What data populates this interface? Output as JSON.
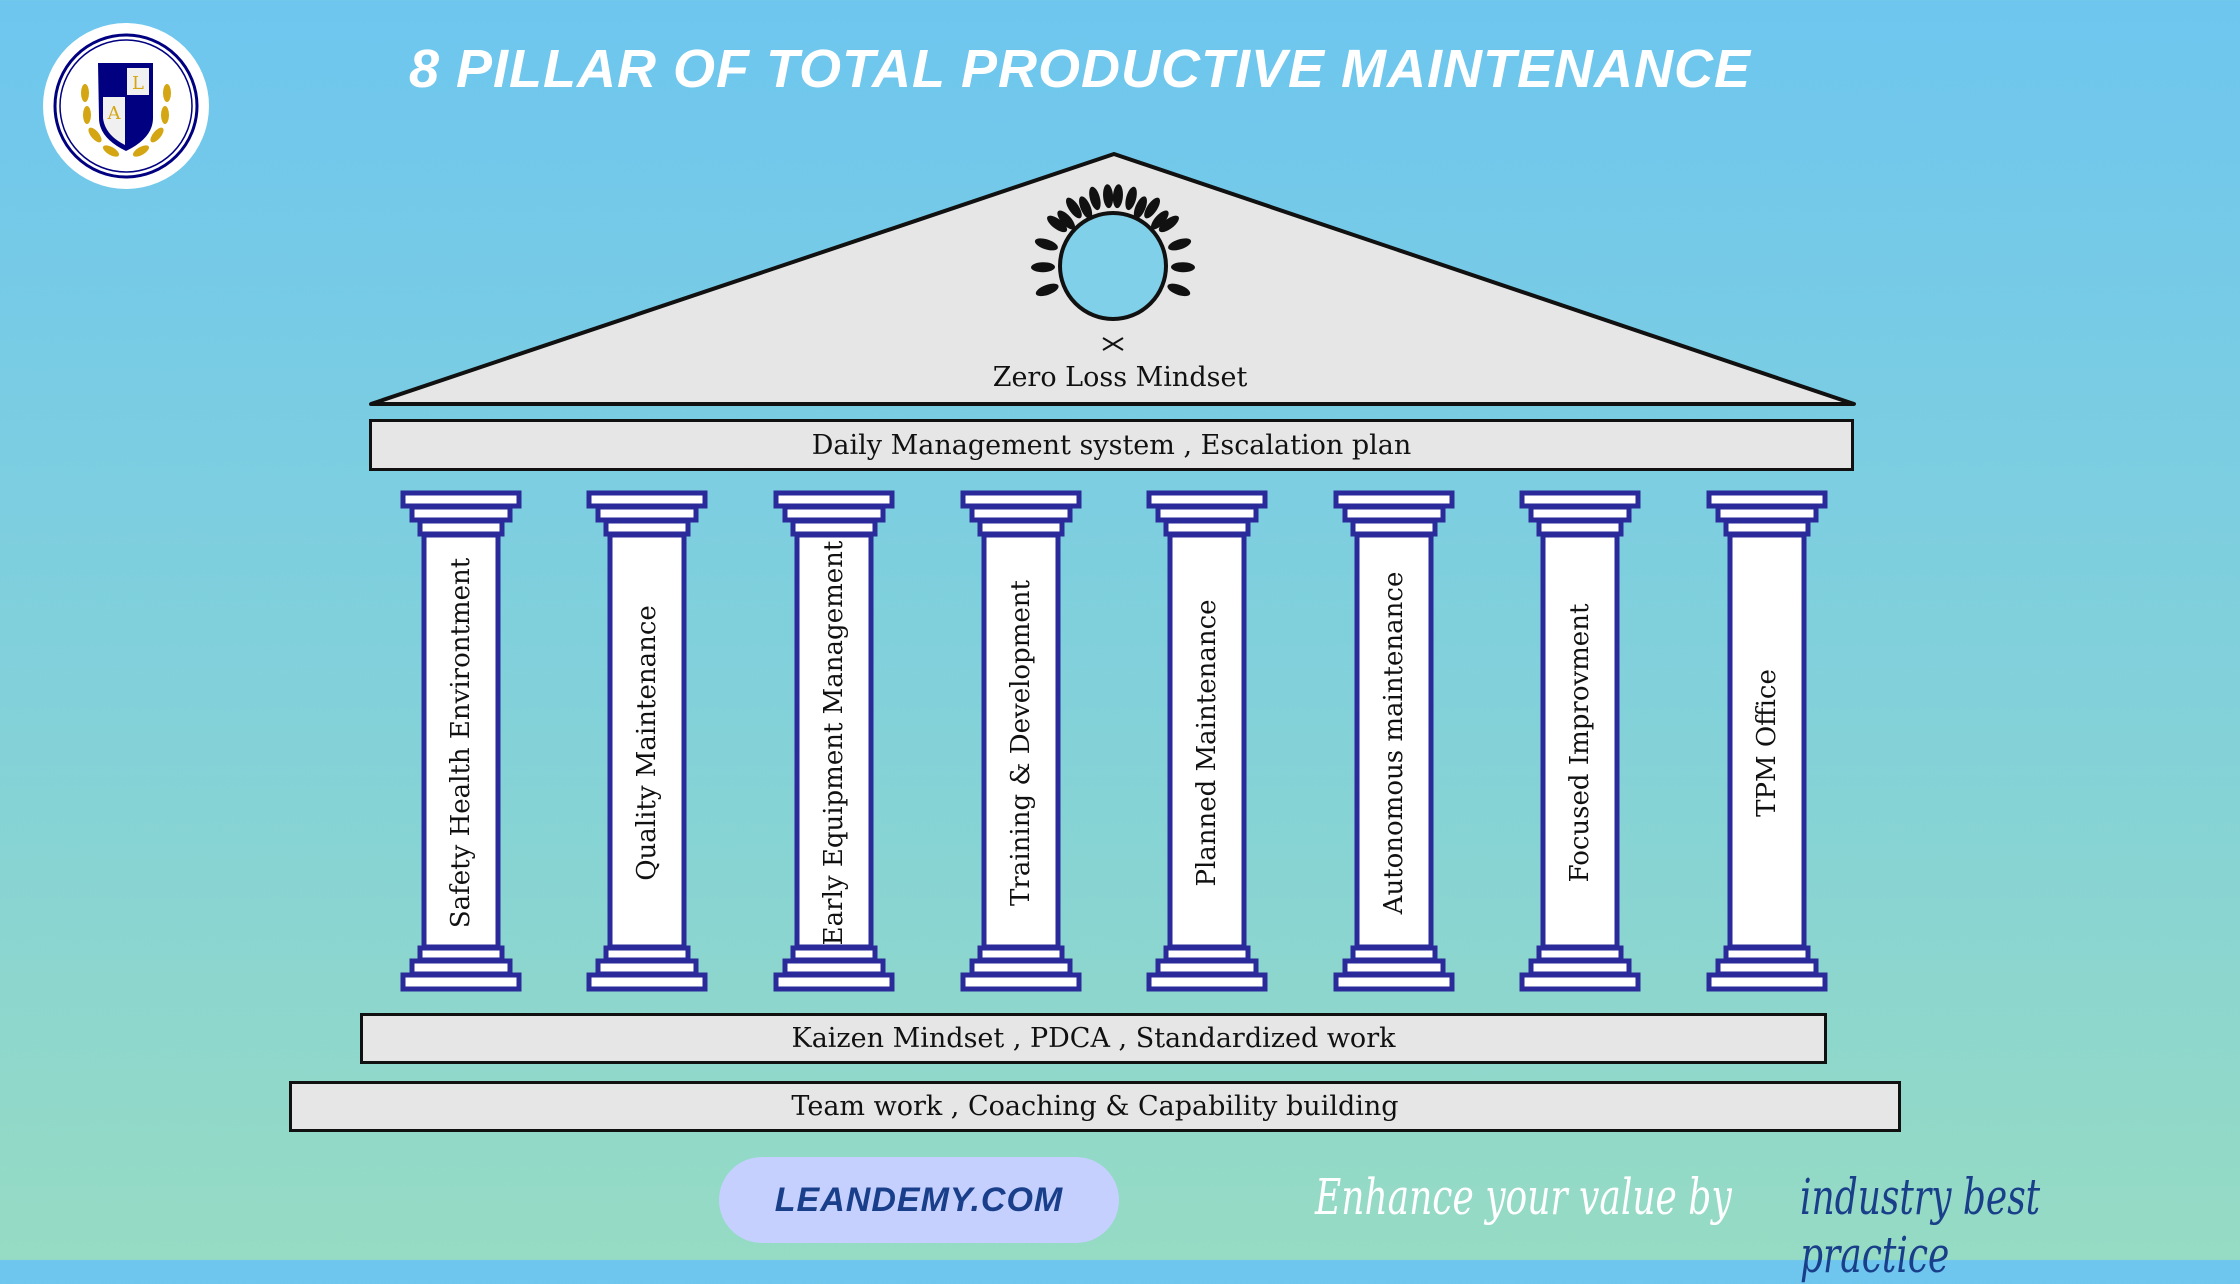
{
  "title": "8 PILLAR OF TOTAL PRODUCTIVE MAINTENANCE",
  "logo": {
    "letters": [
      "L",
      "A"
    ],
    "icon": "shield-crest-logo"
  },
  "roof": {
    "label": "Zero Loss Mindset",
    "icon": "laurel-wreath-icon"
  },
  "beam": "Daily Management system , Escalation plan",
  "pillars": [
    "Safety Health Environtment",
    "Quality Maintenance",
    "Early Equipment Management",
    "Training & Development",
    "Planned Maintenance",
    "Autonomous maintenance",
    "Focused Improvment",
    "TPM Office"
  ],
  "foundation": [
    "Kaizen Mindset , PDCA , Standardized work",
    "Team work , Coaching & Capability building"
  ],
  "footer": {
    "website": "LEANDEMY.COM",
    "tagline_1": "Enhance your value by",
    "tagline_2": "industry best practice"
  },
  "colors": {
    "pillar_stroke": "#2a2a9a",
    "navy": "#000080",
    "gold": "#d4a614",
    "band": "#e6e6e6"
  }
}
